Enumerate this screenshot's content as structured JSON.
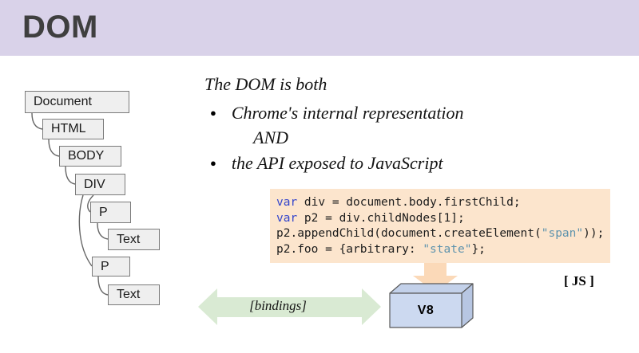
{
  "header": {
    "title": "DOM"
  },
  "tree": {
    "nodes": [
      {
        "label": "Document"
      },
      {
        "label": "HTML"
      },
      {
        "label": "BODY"
      },
      {
        "label": "DIV"
      },
      {
        "label": "P"
      },
      {
        "label": "Text"
      },
      {
        "label": "P"
      },
      {
        "label": "Text"
      }
    ]
  },
  "intro": {
    "heading": "The DOM is both",
    "bullet_glyph": "●",
    "bullet1": "Chrome's internal representation",
    "conjunction": "AND",
    "bullet2": "the API exposed to JavaScript"
  },
  "code": {
    "lines": [
      [
        {
          "t": "var",
          "k": "kw"
        },
        {
          "t": " div = document.body.firstChild;",
          "k": "pl"
        }
      ],
      [
        {
          "t": "var",
          "k": "kw"
        },
        {
          "t": " p2 = div.childNodes[1];",
          "k": "pl"
        }
      ],
      [
        {
          "t": "p2.appendChild(document.createElement(",
          "k": "pl"
        },
        {
          "t": "\"span\"",
          "k": "str"
        },
        {
          "t": "));",
          "k": "pl"
        }
      ],
      [
        {
          "t": "p2.foo = {arbitrary: ",
          "k": "pl"
        },
        {
          "t": "\"state\"",
          "k": "str"
        },
        {
          "t": "};",
          "k": "pl"
        }
      ]
    ]
  },
  "labels": {
    "js": "[ JS ]",
    "bindings": "[bindings]",
    "v8": "V8"
  },
  "colors": {
    "header_bg": "#d9d2e9",
    "title_text": "#3f3f3f",
    "code_bg": "#fce5cd",
    "code_keyword": "#3345cc",
    "code_string": "#5e93ad",
    "code_plain": "#1c1c1c",
    "arrow_down": "#fbd9b8",
    "arrow_bindings": "#d9ead3",
    "v8_front": "#ccd9f0",
    "v8_top": "#c3d1ea",
    "v8_side": "#b7c6e2",
    "node_fill": "#efefef",
    "node_border": "#7a7a7a",
    "connector": "#666666"
  }
}
